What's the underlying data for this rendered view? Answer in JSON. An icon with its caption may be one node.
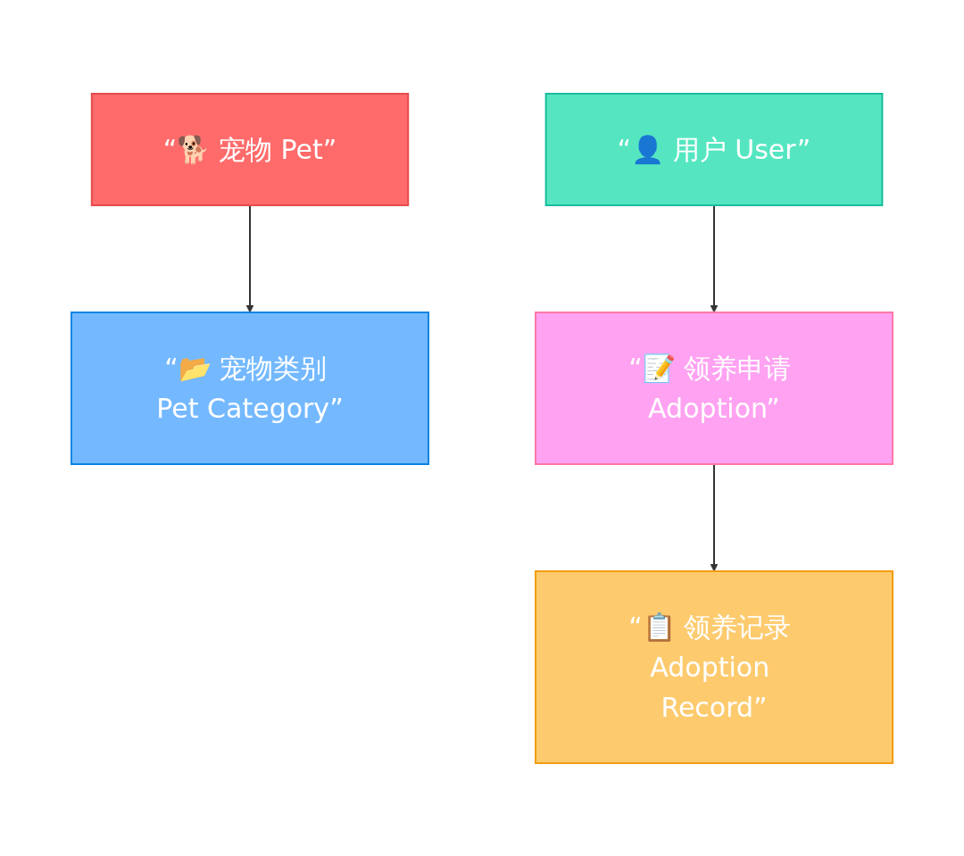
{
  "diagram": {
    "nodes": [
      {
        "text": [
          "“🐕 宠物 Pet”"
        ]
      },
      {
        "text": [
          "“📂 宠物类别 Pet Category”"
        ]
      },
      {
        "text": [
          "“👤 用户 User”"
        ]
      },
      {
        "text": [
          "“📝 领养申请 Adoption”"
        ]
      },
      {
        "text": [
          "“📋 领养记录 Adoption Record”"
        ]
      }
    ],
    "edges": [
      {
        "from": 0,
        "to": 1,
        "arrow": "to"
      },
      {
        "from": 2,
        "to": 3,
        "arrow": "to"
      },
      {
        "from": 3,
        "to": 4,
        "arrow": "to"
      }
    ]
  }
}
